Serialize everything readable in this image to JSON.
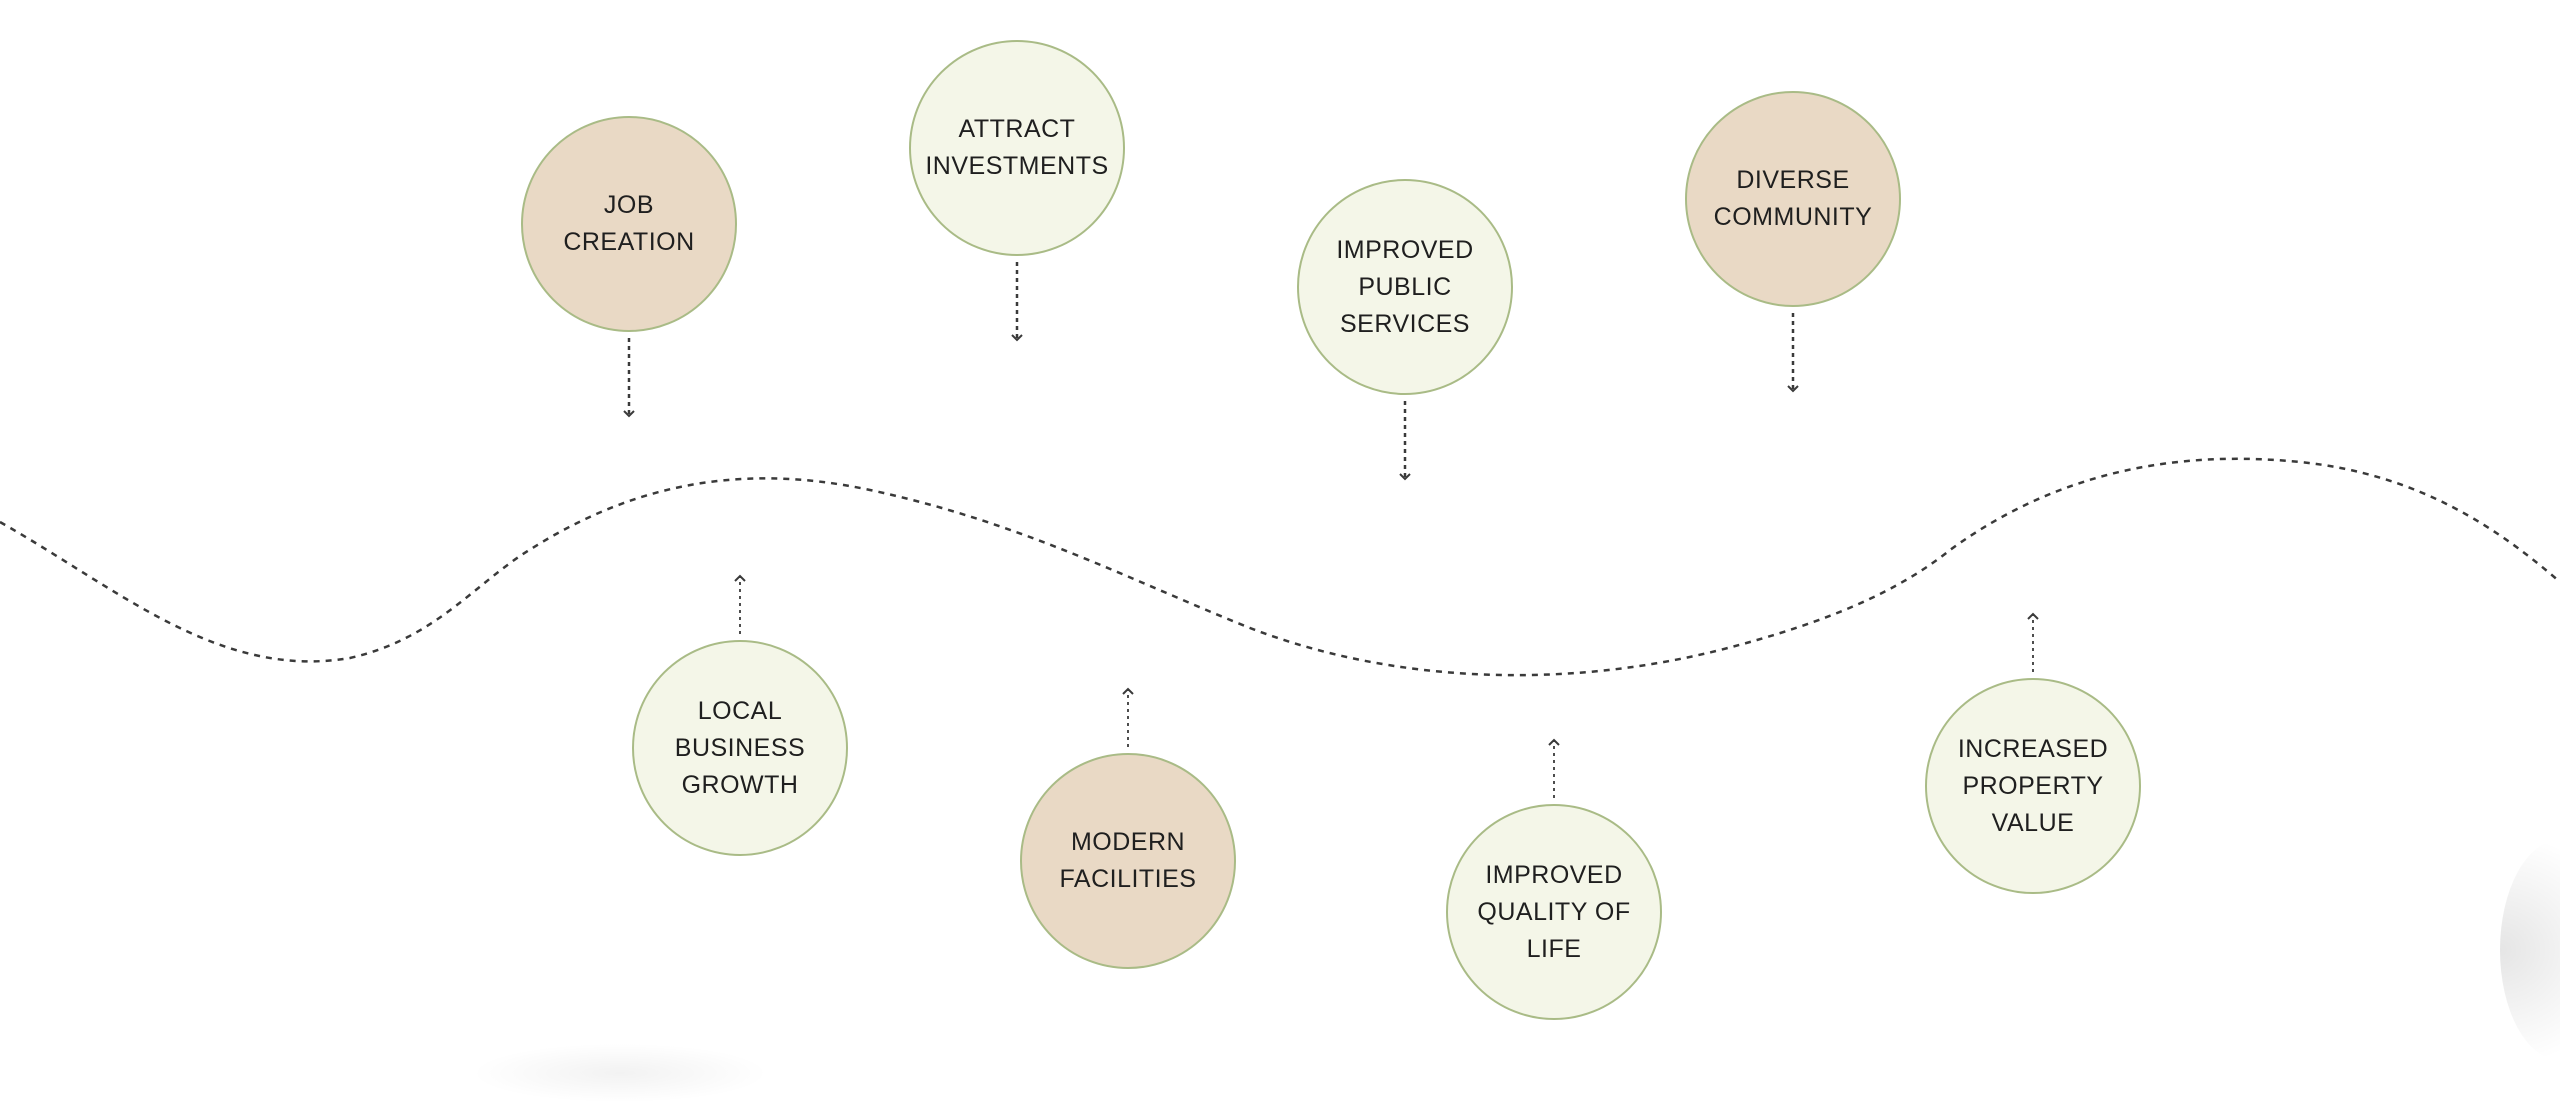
{
  "colors": {
    "tan_fill": "#e9d9c5",
    "cream_fill": "#f4f6e8",
    "node_border": "#a9bb86",
    "text": "#1f1f1f",
    "connector": "#3a3a3a"
  },
  "diagram": {
    "nodes_above": [
      {
        "id": "job-creation",
        "label": "JOB\nCREATION",
        "fill": "tan",
        "arrow": "down"
      },
      {
        "id": "attract-investments",
        "label": "ATTRACT\nINVESTMENTS",
        "fill": "cream",
        "arrow": "down"
      },
      {
        "id": "improved-public-services",
        "label": "IMPROVED\nPUBLIC\nSERVICES",
        "fill": "cream",
        "arrow": "down"
      },
      {
        "id": "diverse-community",
        "label": "DIVERSE\nCOMMUNITY",
        "fill": "tan",
        "arrow": "down"
      }
    ],
    "nodes_below": [
      {
        "id": "local-business-growth",
        "label": "LOCAL\nBUSINESS\nGROWTH",
        "fill": "cream",
        "arrow": "up"
      },
      {
        "id": "modern-facilities",
        "label": "MODERN\nFACILITIES",
        "fill": "tan",
        "arrow": "up"
      },
      {
        "id": "improved-quality-of-life",
        "label": "IMPROVED\nQUALITY OF\nLIFE",
        "fill": "cream",
        "arrow": "up"
      },
      {
        "id": "increased-property-value",
        "label": "INCREASED\nPROPERTY\nVALUE",
        "fill": "cream",
        "arrow": "up"
      }
    ]
  }
}
